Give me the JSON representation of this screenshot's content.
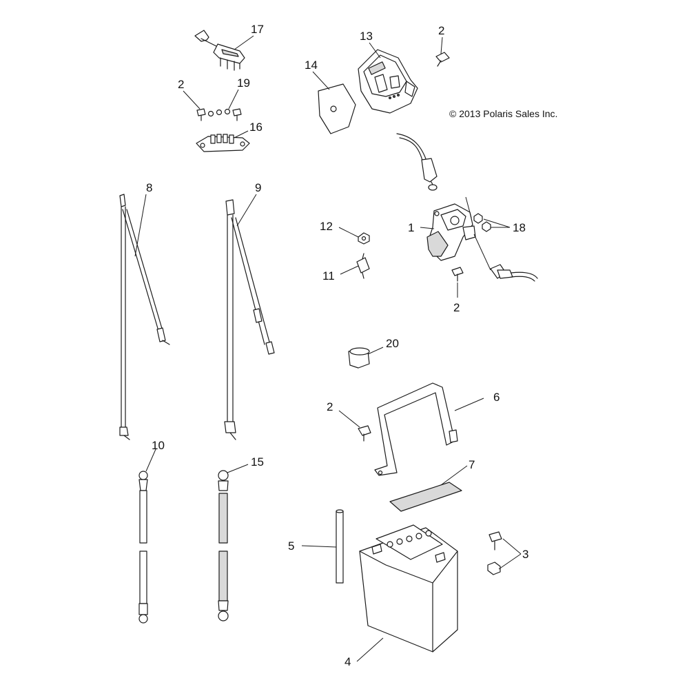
{
  "copyright": "© 2013 Polaris Sales Inc.",
  "callouts": {
    "c17": "17",
    "c2a": "2",
    "c19": "19",
    "c16": "16",
    "c13": "13",
    "c14": "14",
    "c2b": "2",
    "c8": "8",
    "c9": "9",
    "c12": "12",
    "c1": "1",
    "c18": "18",
    "c11": "11",
    "c2c": "2",
    "c20": "20",
    "c2d": "2",
    "c6": "6",
    "c10": "10",
    "c15": "15",
    "c7": "7",
    "c5": "5",
    "c3": "3",
    "c4": "4"
  }
}
